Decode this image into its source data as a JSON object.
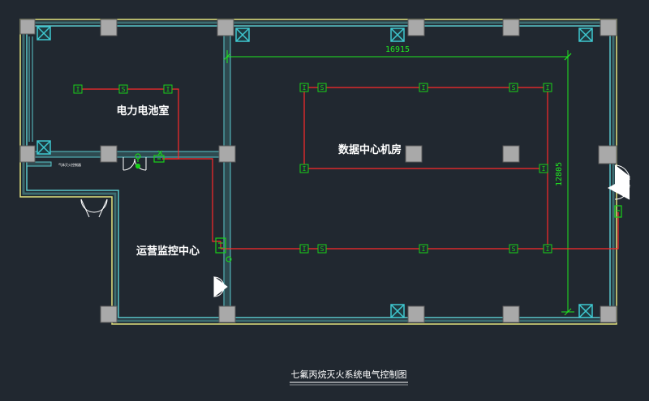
{
  "drawing_title": "七氟丙烷灭火系统电气控制图",
  "rooms": {
    "battery_room": "电力电池室",
    "data_center": "数据中心机房",
    "ops_center": "运营监控中心"
  },
  "small_label": "气体灭火控制器",
  "dimensions": {
    "horizontal": "16915",
    "vertical": "12805"
  },
  "detector_symbol": "I",
  "detector_symbol_alt": "S",
  "colors": {
    "background": "#212830",
    "wall": "#e6e680",
    "wall_fill": "#2a3a40",
    "partition": "#5bc8cc",
    "column": "#a9a9a9",
    "column_stroke": "#5a5a5a",
    "gas_column": "#3fc8d0",
    "wiring": "#ff2a2a",
    "device": "#19d219",
    "dimension": "#20e820",
    "door": "#ffffff",
    "title": "#ffffff"
  }
}
